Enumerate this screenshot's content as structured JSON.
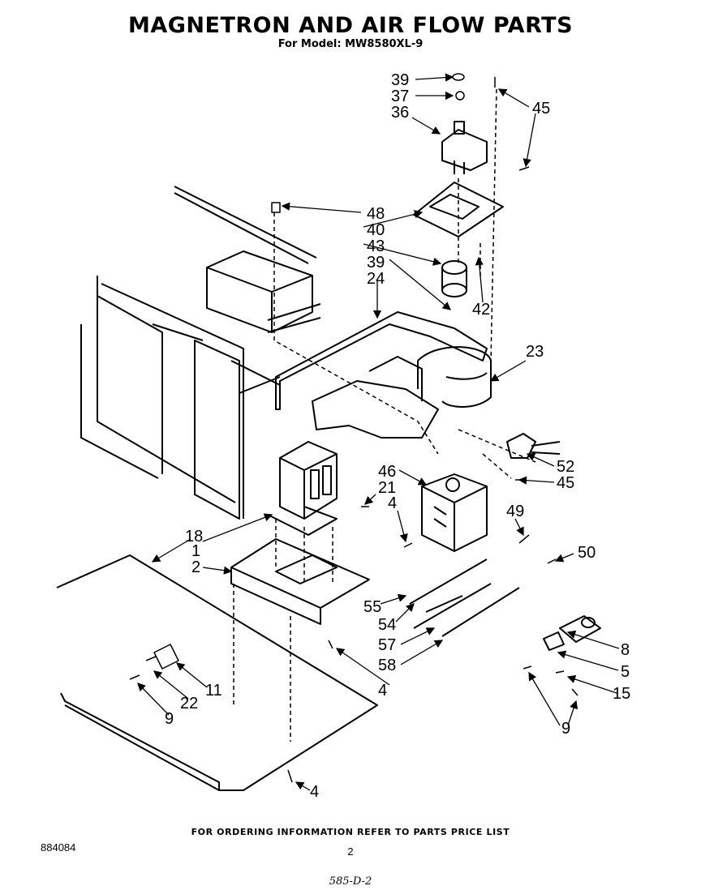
{
  "title": "MAGNETRON AND AIR FLOW PARTS",
  "subtitle": "For Model: MW8580XL-9",
  "callouts": [
    "39",
    "37",
    "36",
    "45",
    "48",
    "40",
    "43",
    "39",
    "24",
    "42",
    "23",
    "52",
    "46",
    "45",
    "21",
    "4",
    "49",
    "50",
    "18",
    "1",
    "2",
    "55",
    "54",
    "57",
    "58",
    "11",
    "22",
    "9",
    "4",
    "8",
    "5",
    "15",
    "9",
    "4"
  ],
  "footer": "FOR ORDERING INFORMATION REFER TO PARTS PRICE LIST",
  "doc_number": "884084",
  "page_number": "2",
  "handwritten_note": "585-D-2"
}
